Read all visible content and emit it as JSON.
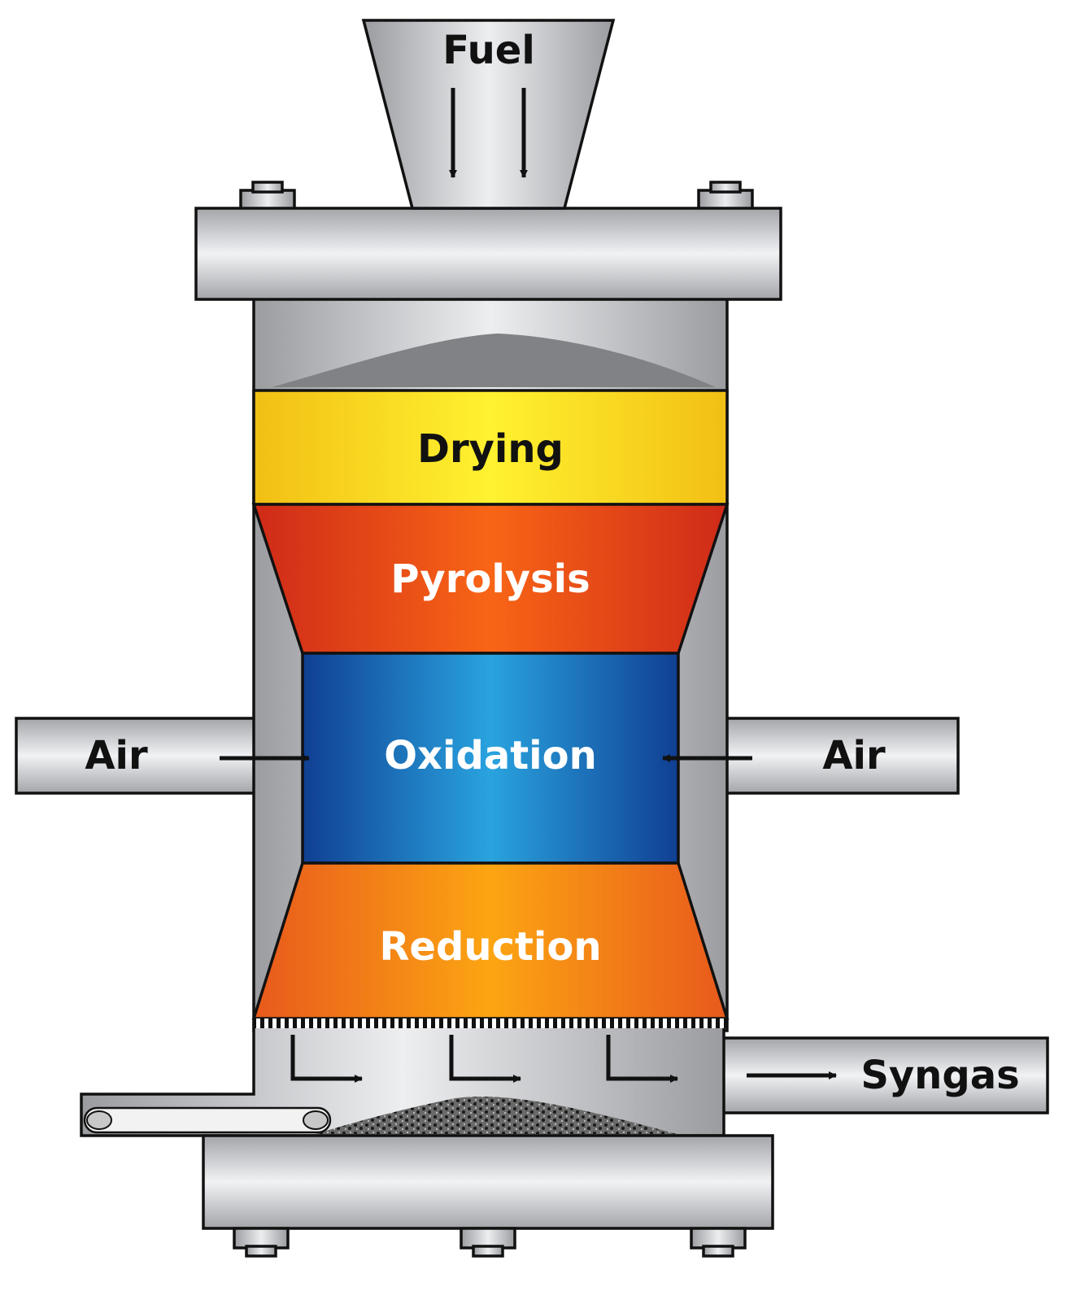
{
  "labels": {
    "fuel": "Fuel",
    "air_left": "Air",
    "air_right": "Air",
    "syngas": "Syngas"
  },
  "zones": [
    {
      "name": "Drying",
      "color": "#f7d11e"
    },
    {
      "name": "Pyrolysis",
      "color": "#e8491b"
    },
    {
      "name": "Oxidation",
      "color": "#1f6fc0"
    },
    {
      "name": "Reduction",
      "color": "#f2871c"
    }
  ],
  "colors": {
    "steel_dark": "#9a9ca0",
    "steel_light": "#eceef0",
    "fuel_pile": "#808285",
    "ash": "#555555",
    "outline": "#111111"
  }
}
